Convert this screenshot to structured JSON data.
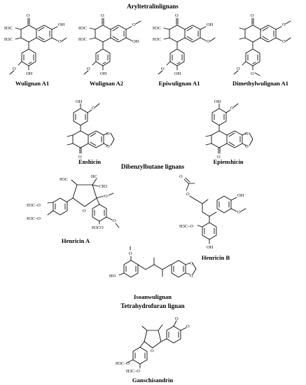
{
  "headers": {
    "aryltetralin": "Aryltetralinlignans",
    "dibenzylbutane": "Dibenzylbutane lignans",
    "tetrahydrofuran": "Tetrahydrofuran lignan"
  },
  "compounds": {
    "wulignan_a1": "Wulignan A1",
    "wulignan_a2": "Wulignan A2",
    "epiwulignan_a1": "Epiwulignan A1",
    "dimethylwulignan_a1": "Dimethylwulignan A1",
    "enshicin": "Enshicin",
    "epienshicin": "Epienshicin",
    "henricin_a": "Henricin A",
    "henricin_b": "Henricin B",
    "isoanwulignan": "Isoanwulignan",
    "ganschisandrin": "Ganschisandrin"
  },
  "atoms": {
    "o": "O",
    "oh": "OH",
    "ho": "HO",
    "me_right": "H3C",
    "ch3": "CH3",
    "hc": "HC",
    "h3co": "H3CO",
    "h3c_o": "H3C–O"
  }
}
